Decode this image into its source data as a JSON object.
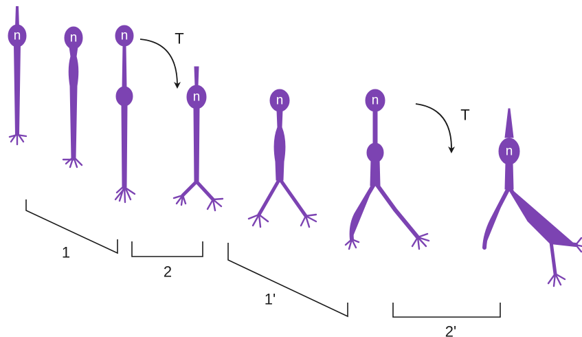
{
  "colors": {
    "cell": "#7c43b2",
    "line": "#1a1a1a"
  },
  "nucleus_label": "n",
  "transition_label": "T",
  "brackets": {
    "b1": "1",
    "b2": "2",
    "b3": "1'",
    "b4": "2'"
  }
}
